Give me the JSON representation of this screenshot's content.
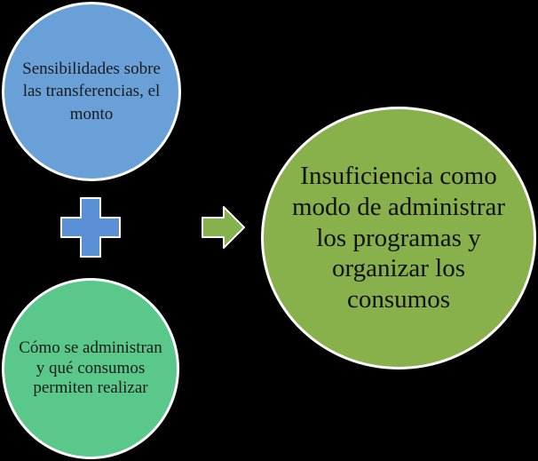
{
  "diagram": {
    "nodes": {
      "top": {
        "text": "Sensibilidades sobre las transferencias, el monto",
        "color": "#6aa0d8"
      },
      "bottom": {
        "text": "Cómo se administran y qué consumos permiten realizar",
        "color": "#5ac88a"
      },
      "result": {
        "text": "Insuficiencia como modo de administrar los programas y organizar los consumos",
        "color": "#88b04b"
      }
    },
    "connectors": {
      "plus": {
        "icon": "plus-icon",
        "color": "#5b8fd6"
      },
      "arrow": {
        "icon": "arrow-right-icon",
        "color": "#86b24e"
      }
    }
  }
}
